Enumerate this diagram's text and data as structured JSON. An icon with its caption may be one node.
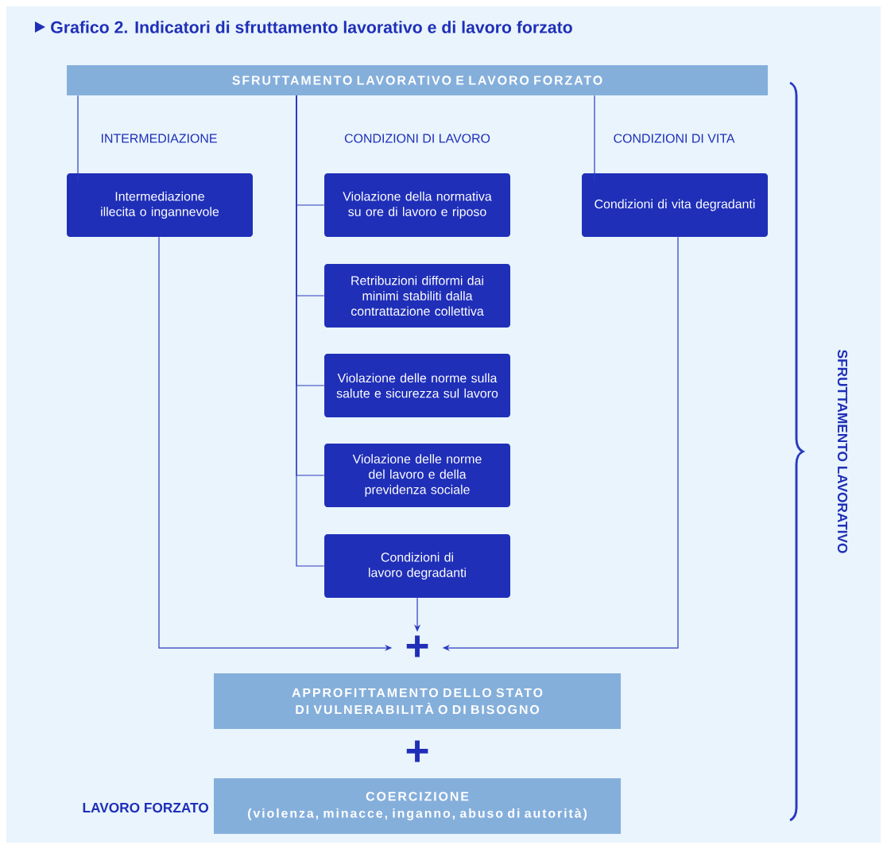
{
  "diagram": {
    "title": "Grafico 2. Indicatori di sfruttamento lavorativo e di lavoro forzato",
    "nodes": [
      {
        "text": [
          "SFRUTTAMENTO LAVORATIVO E LAVORO FORZATO"
        ]
      },
      {
        "text": [
          "Intermediazione illecita o ingannevole"
        ]
      },
      {
        "text": [
          "Violazione della normativa su ore di lavoro e riposo"
        ]
      },
      {
        "text": [
          "Retribuzioni difformi dai minimi stabiliti dalla contrattazione collettiva"
        ]
      },
      {
        "text": [
          "Violazione delle norme sulla salute e sicurezza sul lavoro"
        ]
      },
      {
        "text": [
          "Violazione delle norme del lavoro e della previdenza sociale"
        ]
      },
      {
        "text": [
          "Condizioni di lavoro degradanti"
        ]
      },
      {
        "text": [
          "Condizioni di vita degradanti"
        ]
      },
      {
        "text": [
          "+"
        ]
      },
      {
        "text": [
          "APPROFITTAMENTO DELLO STATO DI VULNERABILITÀ O DI BISOGNO"
        ]
      },
      {
        "text": [
          "COERCIZIONE",
          "(violenza, minacce, inganno, abuso di autorità)"
        ],
        "beside": [
          "LAVORO FORZATO"
        ]
      }
    ],
    "edges": [
      {
        "from": 0,
        "to": 1,
        "arrow": "none"
      },
      {
        "from": 0,
        "to": 2,
        "arrow": "none"
      },
      {
        "from": 0,
        "to": 3,
        "arrow": "none"
      },
      {
        "from": 0,
        "to": 4,
        "arrow": "none"
      },
      {
        "from": 0,
        "to": 5,
        "arrow": "none"
      },
      {
        "from": 0,
        "to": 6,
        "arrow": "none"
      },
      {
        "from": 0,
        "to": 7,
        "arrow": "none"
      },
      {
        "from": 1,
        "to": 8,
        "arrow": "to"
      },
      {
        "from": 6,
        "to": 8,
        "arrow": "to"
      },
      {
        "from": 7,
        "to": 8,
        "arrow": "to"
      }
    ],
    "labels": [
      "INTERMEDIAZIONE",
      "CONDIZIONI DI LAVORO",
      "CONDIZIONI DI VITA",
      "+",
      "SFRUTTAMENTO LAVORATIVO"
    ]
  }
}
